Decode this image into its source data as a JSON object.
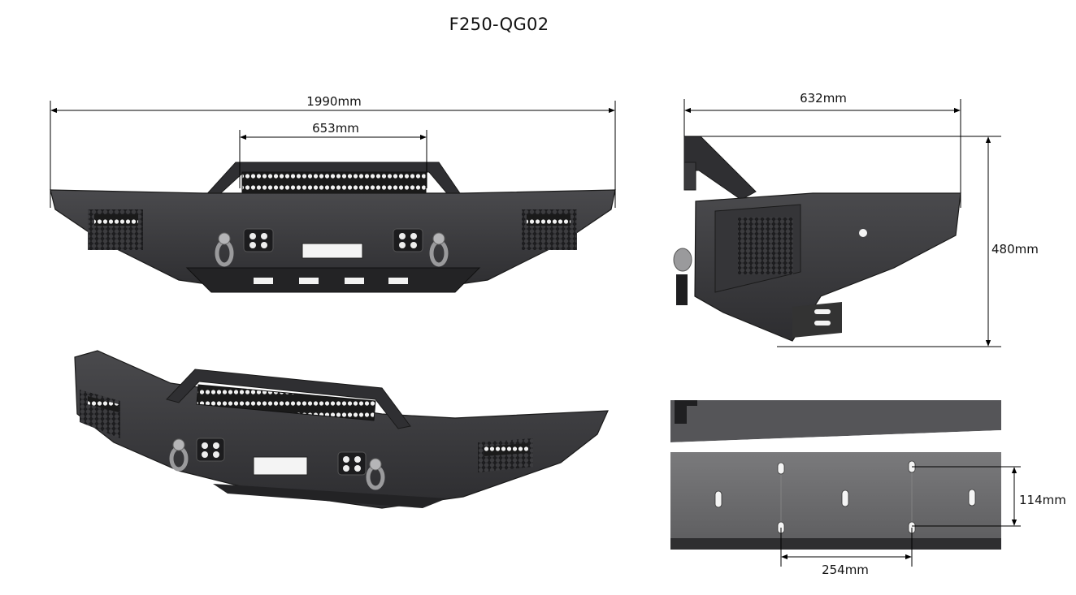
{
  "title": "F250-QG02",
  "dimensions": {
    "front_width": "1990mm",
    "light_bar_width": "653mm",
    "side_depth": "632mm",
    "side_height": "480mm",
    "mount_vertical": "114mm",
    "mount_horizontal": "254mm"
  },
  "colors": {
    "steel_dark": "#2b2b2d",
    "steel_mid": "#3a3a3d",
    "steel_light": "#555558",
    "plate": "#6b6b6d",
    "background": "#ffffff"
  }
}
